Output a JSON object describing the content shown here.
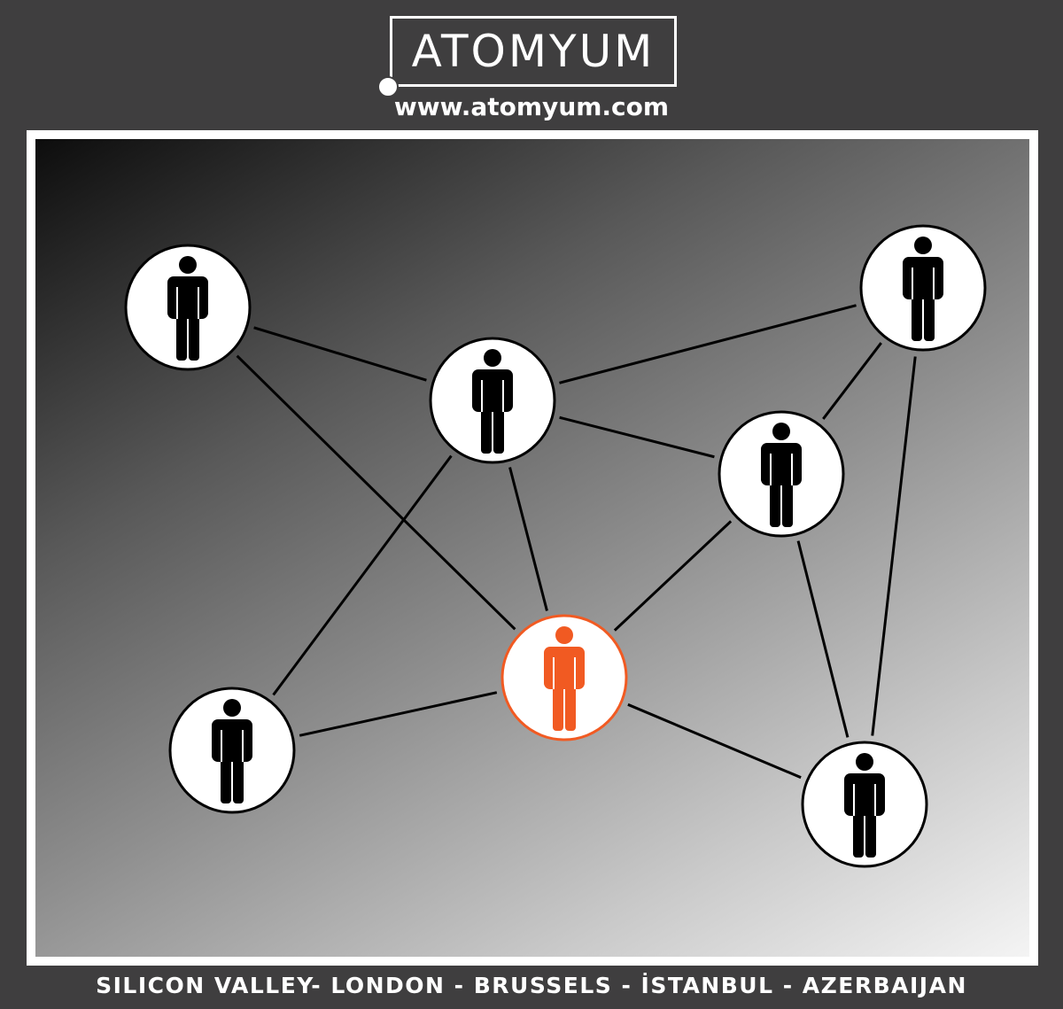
{
  "brand": {
    "logo_text": "ATOMYUM",
    "website": "www.atomyum.com"
  },
  "footer": {
    "locations": "SILICON VALLEY- LONDON - BRUSSELS - İSTANBUL - AZERBAIJAN"
  },
  "network": {
    "person_icon": "person-icon",
    "highlight_color": "#f15a22",
    "default_color": "#000000",
    "nodes": [
      {
        "id": "a",
        "highlighted": false
      },
      {
        "id": "b",
        "highlighted": false
      },
      {
        "id": "c",
        "highlighted": false
      },
      {
        "id": "d",
        "highlighted": false
      },
      {
        "id": "e",
        "highlighted": true
      },
      {
        "id": "f",
        "highlighted": false
      },
      {
        "id": "g",
        "highlighted": false
      }
    ],
    "edges": [
      [
        "a",
        "b"
      ],
      [
        "a",
        "e"
      ],
      [
        "b",
        "c"
      ],
      [
        "b",
        "d"
      ],
      [
        "b",
        "e"
      ],
      [
        "b",
        "f"
      ],
      [
        "c",
        "d"
      ],
      [
        "c",
        "g"
      ],
      [
        "d",
        "e"
      ],
      [
        "d",
        "g"
      ],
      [
        "e",
        "f"
      ],
      [
        "e",
        "g"
      ]
    ]
  }
}
